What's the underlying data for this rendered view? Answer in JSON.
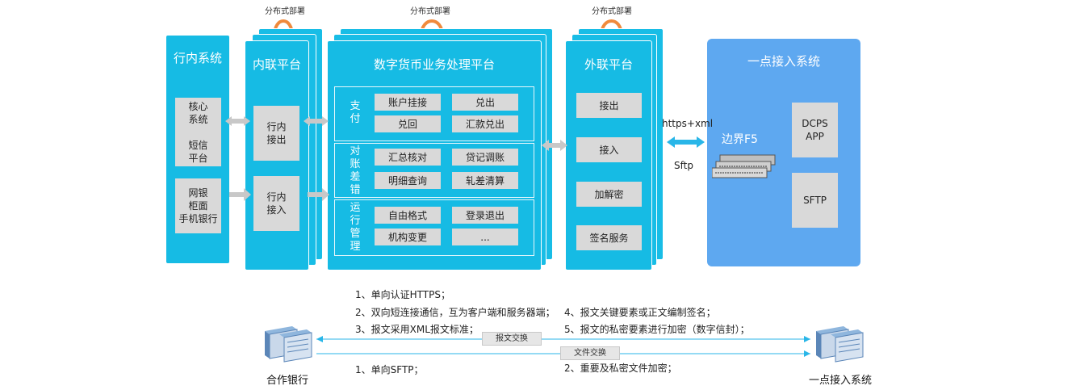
{
  "distributed_label": "分布式部署",
  "internal_system": {
    "title": "行内系统",
    "box1": "核心\n系统\n\n短信\n平台",
    "box2": "网银\n柜面\n手机银行"
  },
  "intranet_platform": {
    "title": "内联平台",
    "out": "行内\n接出",
    "in": "行内\n接入"
  },
  "core_platform": {
    "title": "数字货币业务处理平台",
    "sections": [
      {
        "label": "支付",
        "items": [
          "账户挂接",
          "兑出",
          "兑回",
          "汇款兑出"
        ]
      },
      {
        "label": "对账差错",
        "items": [
          "汇总核对",
          "贷记调账",
          "明细查询",
          "轧差清算"
        ]
      },
      {
        "label": "运行管理",
        "items": [
          "自由格式",
          "登录退出",
          "机构变更",
          "..."
        ]
      }
    ]
  },
  "external_platform": {
    "title": "外联平台",
    "items": [
      "接出",
      "接入",
      "加解密",
      "签名服务"
    ]
  },
  "link": {
    "top": "https+xml",
    "bottom": "Sftp"
  },
  "access_system": {
    "title": "一点接入系统",
    "f5": "边界F5",
    "dcps": "DCPS\nAPP",
    "sftp": "SFTP"
  },
  "notes_left": [
    "1、单向认证HTTPS；",
    "2、双向短连接通信，互为客户端和服务器端；",
    "3、报文采用XML报文标准；"
  ],
  "notes_right": [
    "4、报文关键要素或正文编制签名；",
    "5、报文的私密要素进行加密（数字信封）；"
  ],
  "flow_labels": {
    "message": "报文交换",
    "file": "文件交换"
  },
  "notes_bottom_left": "1、单向SFTP；",
  "notes_bottom_right": "2、重要及私密文件加密；",
  "footer": {
    "left": "合作银行",
    "right": "一点接入系统"
  },
  "colors": {
    "cyan": "#18bde6",
    "access_blue": "#5ea8f0",
    "box_gray": "#d9d9d9",
    "arrow_gray": "#c8c8c8",
    "link_blue": "#29b6e8",
    "loop_orange": "#f08a3c"
  }
}
